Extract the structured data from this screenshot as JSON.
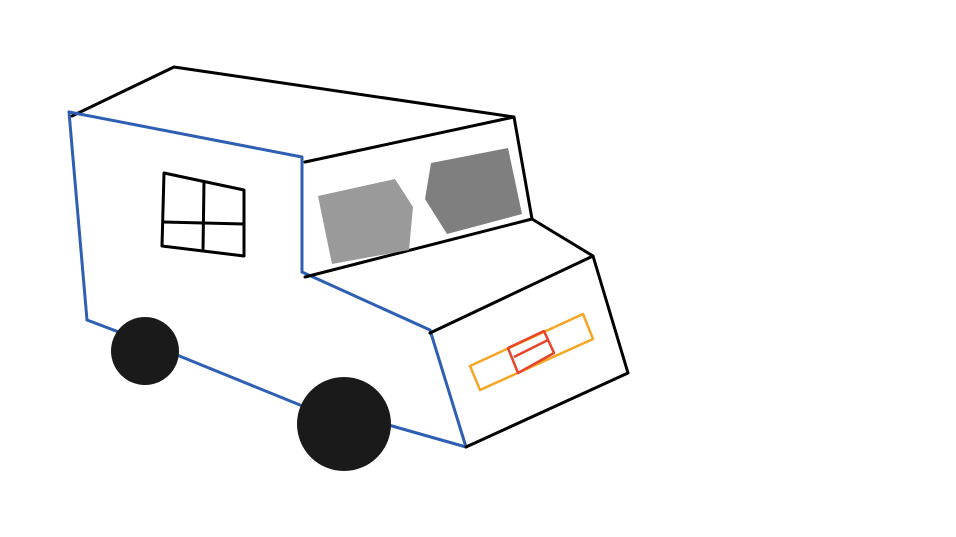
{
  "drawing": {
    "subject": "van",
    "colors": {
      "background": "#ffffff",
      "outline_black": "#000000",
      "outline_blue": "#2f5fb3",
      "windshield_left": "#9a9a9a",
      "windshield_right": "#7f7f7f",
      "wheel": "#1a1a1a",
      "grille_outer": "#f5a623",
      "grille_inner": "#e8442a"
    },
    "parts": {
      "wheels_count": 2,
      "side_window_panes": 4,
      "windshield_panels": 2
    }
  }
}
